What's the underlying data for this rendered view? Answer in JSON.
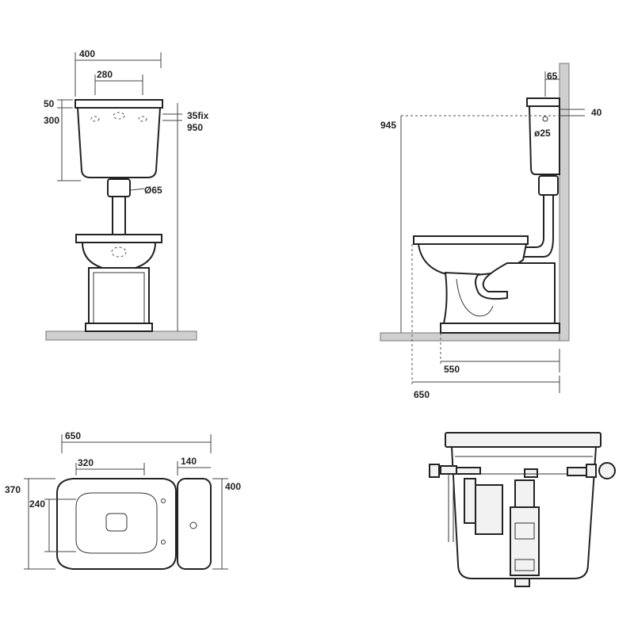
{
  "front_view": {
    "dim_tank_width": "400",
    "dim_inner_width": "280",
    "dim_lid_height": "50",
    "dim_tank_height": "300",
    "dim_fix": "35fix",
    "dim_total_height": "950",
    "dim_pipe_diameter": "Ø65"
  },
  "side_view": {
    "dim_tank_depth": "65",
    "dim_top_offset": "40",
    "dim_height": "945",
    "dim_inlet_diameter": "ø25",
    "dim_base_depth": "550",
    "dim_total_depth": "650"
  },
  "top_view": {
    "dim_total_length": "650",
    "dim_seat_length": "320",
    "dim_tank_depth": "140",
    "dim_total_width": "370",
    "dim_seat_width": "240",
    "dim_tank_width": "400"
  }
}
